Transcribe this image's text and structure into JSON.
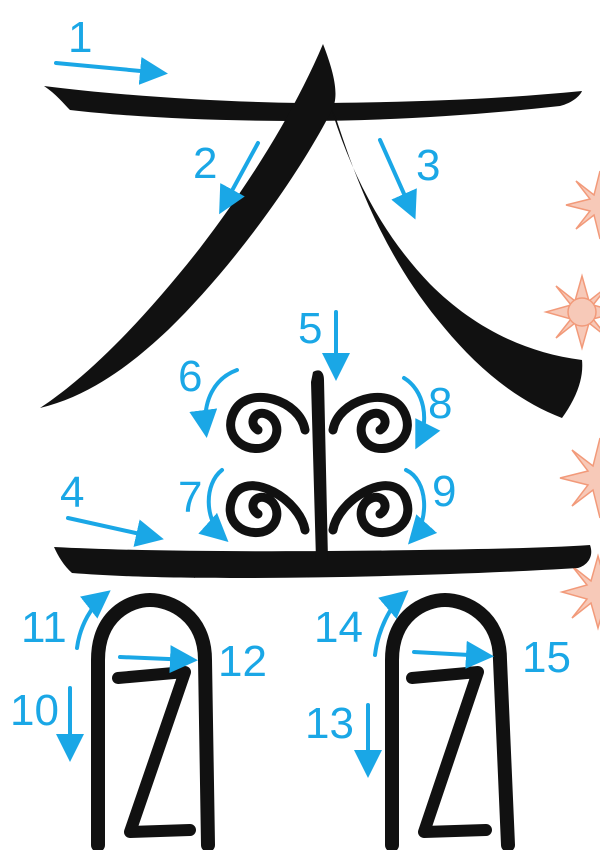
{
  "colors": {
    "ink": "#111111",
    "arrow": "#1aa7e6",
    "sun_fill": "#f7c9b8",
    "sun_stroke": "#f29a7a"
  },
  "stroke_numbers": {
    "n1": "1",
    "n2": "2",
    "n3": "3",
    "n4": "4",
    "n5": "5",
    "n6": "6",
    "n7": "7",
    "n8": "8",
    "n9": "9",
    "n10": "10",
    "n11": "11",
    "n12": "12",
    "n13": "13",
    "n14": "14",
    "n15": "15"
  }
}
